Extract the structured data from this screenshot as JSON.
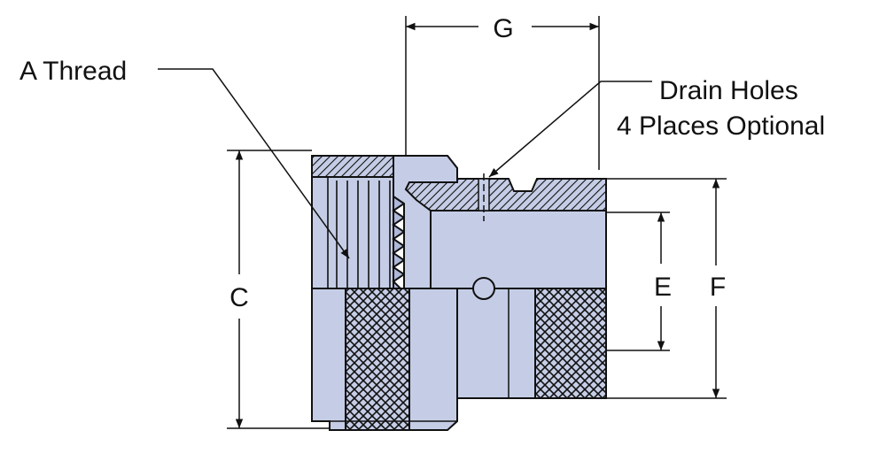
{
  "labels": {
    "a_thread": "A Thread",
    "drain_line1": "Drain Holes",
    "drain_line2": "4 Places Optional",
    "dim_g": "G",
    "dim_c": "C",
    "dim_e": "E",
    "dim_f": "F"
  },
  "colors": {
    "body": "#c5cde6",
    "body_shade": "#aeb8d8",
    "outline": "#111111",
    "background": "#ffffff"
  }
}
